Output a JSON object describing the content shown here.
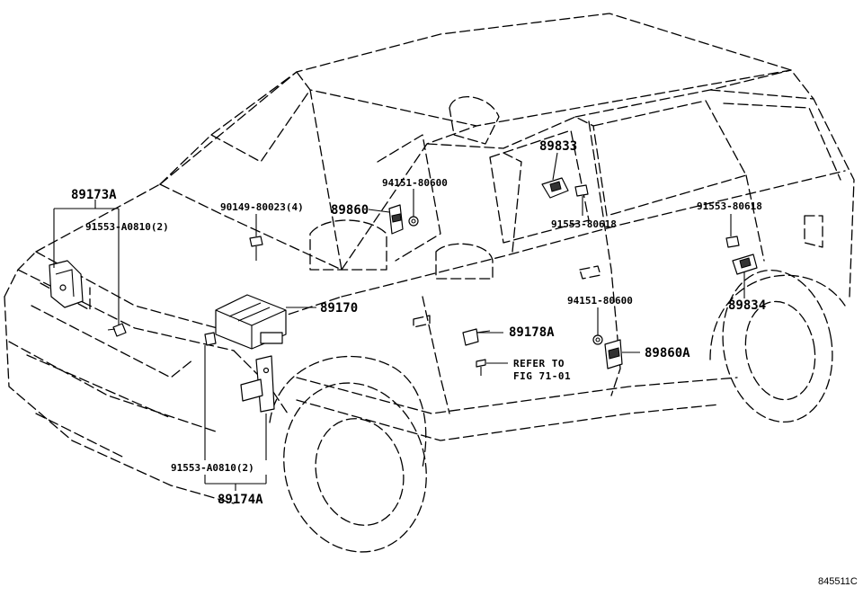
{
  "diagram": {
    "labels": {
      "p89173A": "89173A",
      "p91553_A0810_top": "91553-A0810(2)",
      "p90149": "90149-80023(4)",
      "p94151_top": "94151-80600",
      "p89860": "89860",
      "p89833": "89833",
      "p91553_80618_mid": "91553-80618",
      "p91553_80618_right": "91553-80618",
      "p89834": "89834",
      "p89170": "89170",
      "p89178A": "89178A",
      "p94151_mid": "94151-80600",
      "p89860A": "89860A",
      "refer_line1": "REFER TO",
      "refer_line2": "FIG 71-01",
      "p91553_A0810_bottom": "91553-A0810(2)",
      "p89174A": "89174A"
    },
    "figure_number": "845511C"
  }
}
